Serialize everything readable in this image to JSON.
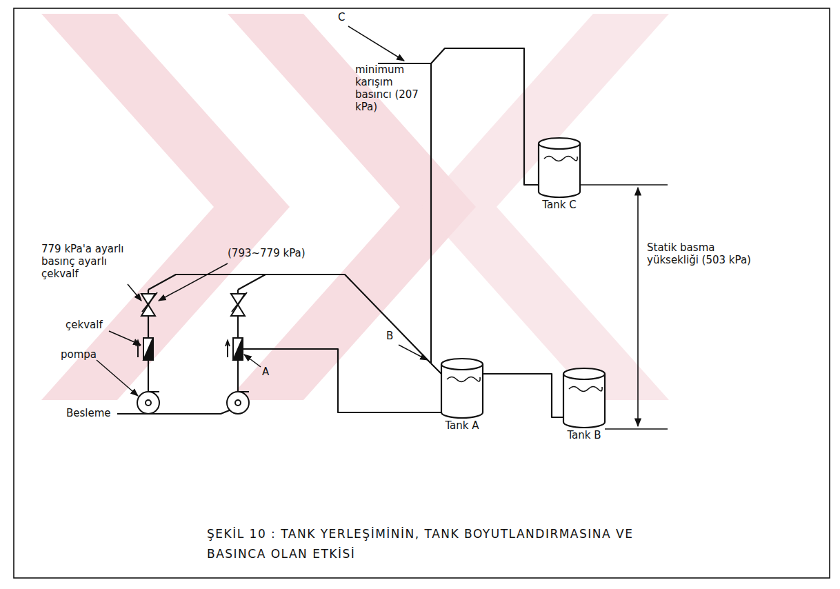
{
  "diagram": {
    "caption": "ŞEKİL 10 : TANK YERLEŞİMİNİN, TANK BOYUTLANDIRMASINA VE BASINCA OLAN ETKİSİ",
    "nodes": [
      {
        "text": [
          "Tank C"
        ]
      },
      {
        "text": [
          "Tank A"
        ]
      },
      {
        "text": [
          "Tank B"
        ]
      }
    ],
    "labels": [
      "C",
      "minimum karışım basıncı (207 kPa)",
      "(793~779 kPa)",
      "779 kPa'a ayarlı basınç ayarlı çekvalf",
      "B",
      "Statik basma yüksekliği (503 kPa)",
      "çekvalf",
      "pompa",
      "A",
      "Besleme"
    ]
  }
}
